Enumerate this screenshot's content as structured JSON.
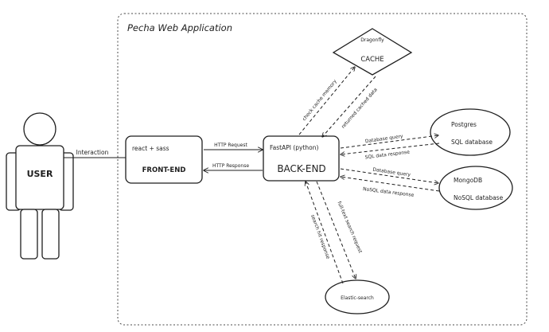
{
  "boundary": {
    "title": "Pecha Web Application"
  },
  "actor": {
    "label": "USER"
  },
  "edges": {
    "interaction": "Interaction",
    "http_request": "HTTP Request",
    "http_response": "HTTP Response",
    "check_cache": "check cache memory",
    "returned_cache": "returned cached data",
    "db_query_sql": "Database query",
    "sql_response": "SQL data response",
    "db_query_nosql": "Database query",
    "nosql_response": "NoSQL data response",
    "fulltext_request": "full-text search request",
    "search_hit": "search hit response"
  },
  "nodes": {
    "frontend": {
      "stack": "react + sass",
      "name": "FRONT-END"
    },
    "backend": {
      "stack": "FastAPI (python)",
      "name": "BACK-END"
    },
    "cache": {
      "vendor": "Dragonfly",
      "name": "CACHE"
    },
    "postgres": {
      "vendor": "Postgres",
      "name": "SQL database"
    },
    "mongodb": {
      "vendor": "MongoDB",
      "name": "NoSQL database"
    },
    "elastic": {
      "name": "Elastic-search"
    }
  }
}
